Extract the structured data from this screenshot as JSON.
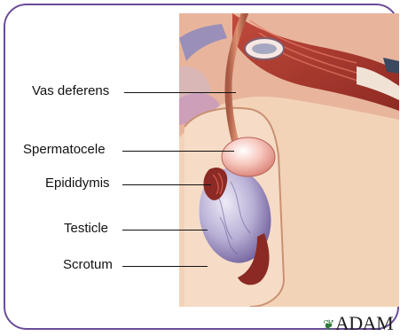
{
  "labels": {
    "vas_deferens": "Vas deferens",
    "spermatocele": "Spermatocele",
    "epididymis": "Epididymis",
    "testicle": "Testicle",
    "scrotum": "Scrotum"
  },
  "logo": {
    "text": "ADAM",
    "icon": "leaf-icon"
  },
  "colors": {
    "frame": "#6b4c9a",
    "skin": "#f3d3b8",
    "tissue": "#e8b59c",
    "vas": "#c8745a",
    "cyst": "#f3b5a9",
    "epididymis": "#8b2a24",
    "testicle": "#b9b0d6"
  }
}
